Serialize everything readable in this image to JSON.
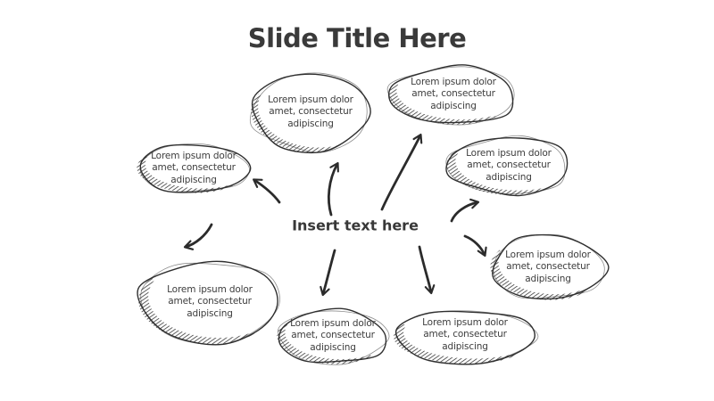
{
  "title": "Slide Title Here",
  "center_label": "Insert text here",
  "bubbles": [
    {
      "label": "Lorem ipsum dolor amet, consectetur adipiscing"
    },
    {
      "label": "Lorem ipsum dolor amet, consectetur adipiscing"
    },
    {
      "label": "Lorem ipsum dolor amet, consectetur adipiscing"
    },
    {
      "label": "Lorem ipsum dolor amet, consectetur adipiscing"
    },
    {
      "label": "Lorem ipsum dolor amet, consectetur adipiscing"
    },
    {
      "label": "Lorem ipsum dolor amet, consectetur adipiscing"
    },
    {
      "label": "Lorem ipsum dolor amet, consectetur adipiscing"
    },
    {
      "label": "Lorem ipsum dolor amet, consectetur adipiscing"
    }
  ],
  "colors": {
    "ink": "#2f2f2f",
    "title_text": "#3a3a3a",
    "body_text": "#3d3d3d",
    "background": "#ffffff"
  }
}
